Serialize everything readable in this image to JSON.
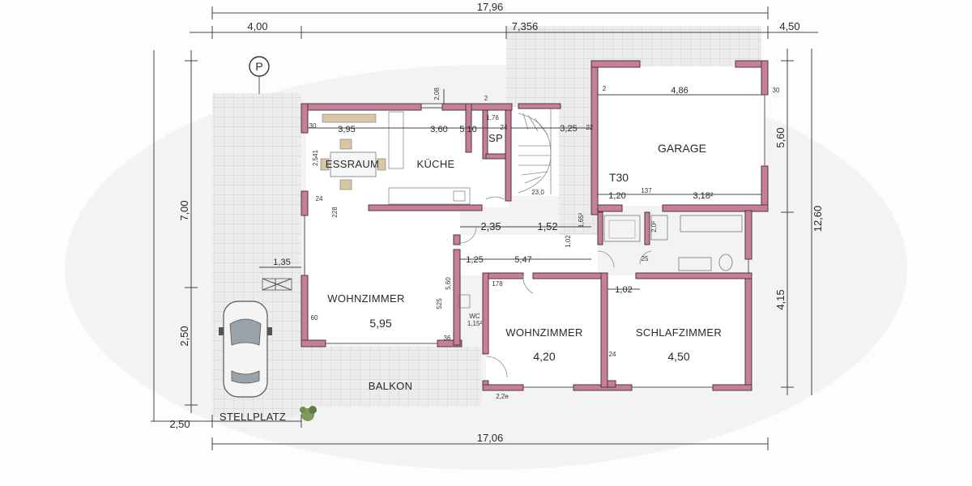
{
  "overall": {
    "top_total": "17,96",
    "top_left": "4,00",
    "top_mid": "7,356",
    "top_right": "4,50",
    "bottom_total": "17,06",
    "bottom_left": "2,50",
    "left_upper": "7,00",
    "left_lower": "2,50",
    "right_upper": "5,60",
    "right_total": "12,60",
    "right_lower": "4,15"
  },
  "parking_sign": "P",
  "rooms": {
    "essraum": "ESSRAUM",
    "kueche": "KÜCHE",
    "sp": "SP",
    "garage": "GARAGE",
    "t30": "T30",
    "wohnzimmer_left": "WOHNZIMMER",
    "wohnzimmer_left_size": "5,95",
    "wohnzimmer_mid": "WOHNZIMMER",
    "wohnzimmer_mid_size": "4,20",
    "schlafzimmer": "SCHLAFZIMMER",
    "schlafzimmer_size": "4,50",
    "balkon": "BALKON",
    "stellplatz": "STELLPLATZ",
    "wc": "WC",
    "wc_size": "1,15²"
  },
  "dims": {
    "essraum_w": "3,95",
    "kueche_w": "3,60",
    "kueche_r": "5,10",
    "sp_w": "1,76",
    "stair_w": "3,25",
    "garage_w": "4,86",
    "garage_b1": "1,20",
    "garage_b2": "137",
    "garage_b3": "3,18²",
    "hall_1": "2,35",
    "hall_2": "1,52",
    "corr_1": "1,25",
    "corr_2": "5,47",
    "bed_door": "1,02",
    "parking_w": "1,35",
    "window_h": "2,08",
    "ess_h": "2,541",
    "wz_h1": "5,60",
    "wz_h2": "525",
    "stair_len": "23,0",
    "w30a": "30",
    "w30b": "30",
    "w24a": "24",
    "w24b": "24",
    "w24c": "24",
    "w36": "36",
    "w60": "60",
    "w178": "178",
    "w228": "228",
    "w2a": "2",
    "w2b": "2",
    "w22": "22",
    "w25": "25",
    "w102": "1,02",
    "w165": "1,65²",
    "w2p": "2,0²",
    "w22e": "2,2e"
  }
}
